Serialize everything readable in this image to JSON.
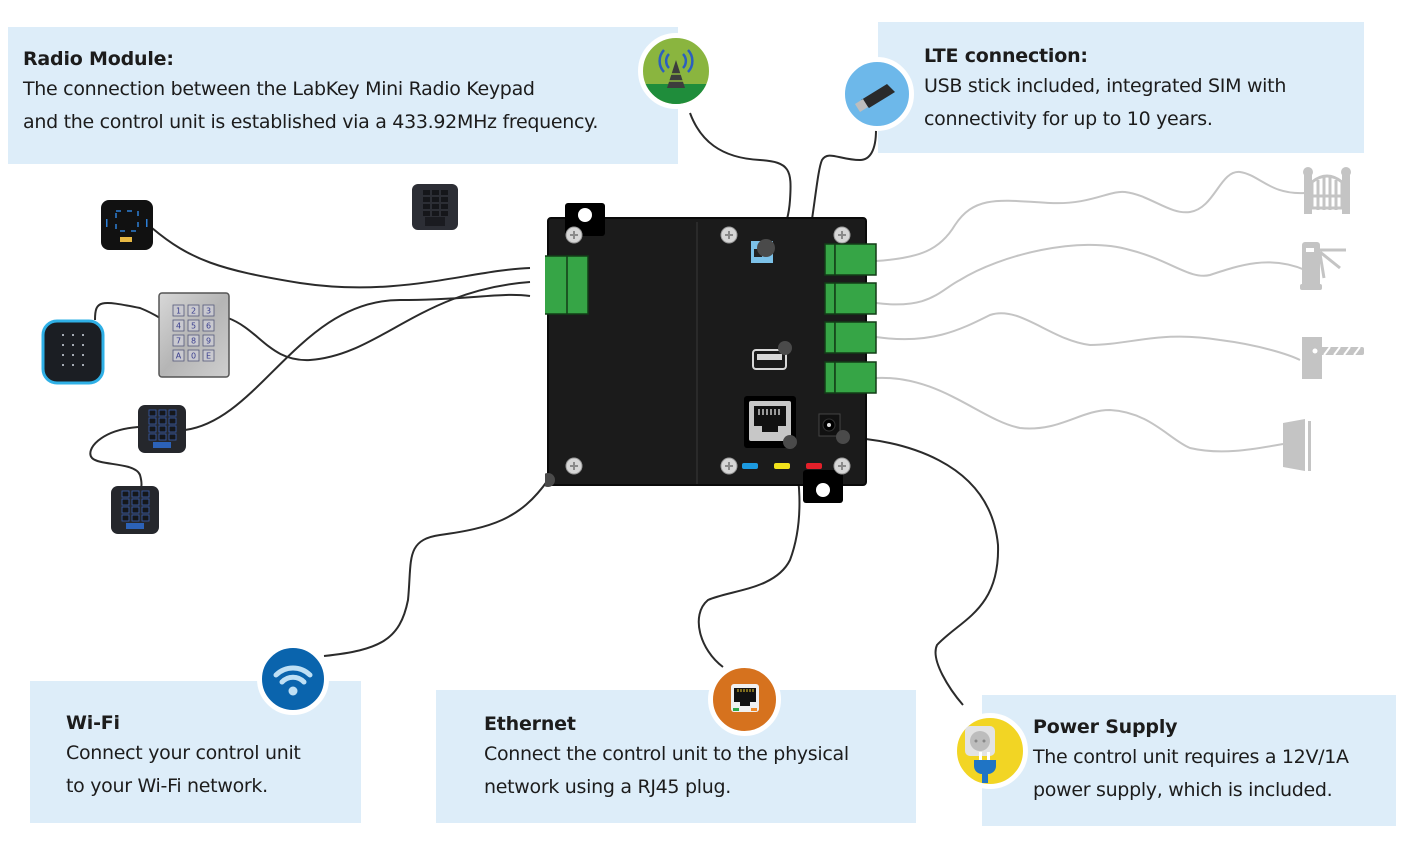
{
  "diagram": {
    "subject": "Control unit connectivity overview",
    "colors": {
      "callout_bg": "#ddedf9",
      "board": "#1b1b1b",
      "terminal_green": "#36a546",
      "wire_dark": "#2b2b2b",
      "wire_light": "#c4c4c4",
      "wifi_badge": "#0a64ad",
      "lte_badge": "#6db8ea",
      "ethernet_badge": "#d6721e",
      "power_badge": "#f2d524",
      "radio_badge": "#8ab53f",
      "led_blue": "#1c9ae0",
      "led_yellow": "#f2e21b",
      "led_red": "#e3202a"
    }
  },
  "callouts": {
    "radio": {
      "title": "Radio Module:",
      "description": "The connection between the LabKey Mini Radio Keypad\n and the control unit is established via a 433.92MHz frequency.",
      "icon": "radio-tower-icon"
    },
    "lte": {
      "title": "LTE connection:",
      "description": "USB stick included, integrated SIM with\nconnectivity for up to 10 years.",
      "icon": "usb-stick-icon"
    },
    "wifi": {
      "title": "Wi-Fi",
      "description": "Connect your control unit\nto your Wi-Fi network.",
      "icon": "wifi-icon"
    },
    "ethernet": {
      "title": "Ethernet",
      "description": "Connect the control unit to the physical\nnetwork using a RJ45 plug.",
      "icon": "ethernet-port-icon"
    },
    "power": {
      "title": "Power Supply",
      "description": "The control unit requires a 12V/1A\npower supply, which is included.",
      "icon": "power-plug-icon"
    }
  },
  "keypad_keys": [
    "1",
    "2",
    "3",
    "4",
    "5",
    "6",
    "7",
    "8",
    "9",
    "A",
    "0",
    "E"
  ],
  "outputs": [
    "gate-icon",
    "turnstile-icon",
    "barrier-icon",
    "door-icon"
  ]
}
